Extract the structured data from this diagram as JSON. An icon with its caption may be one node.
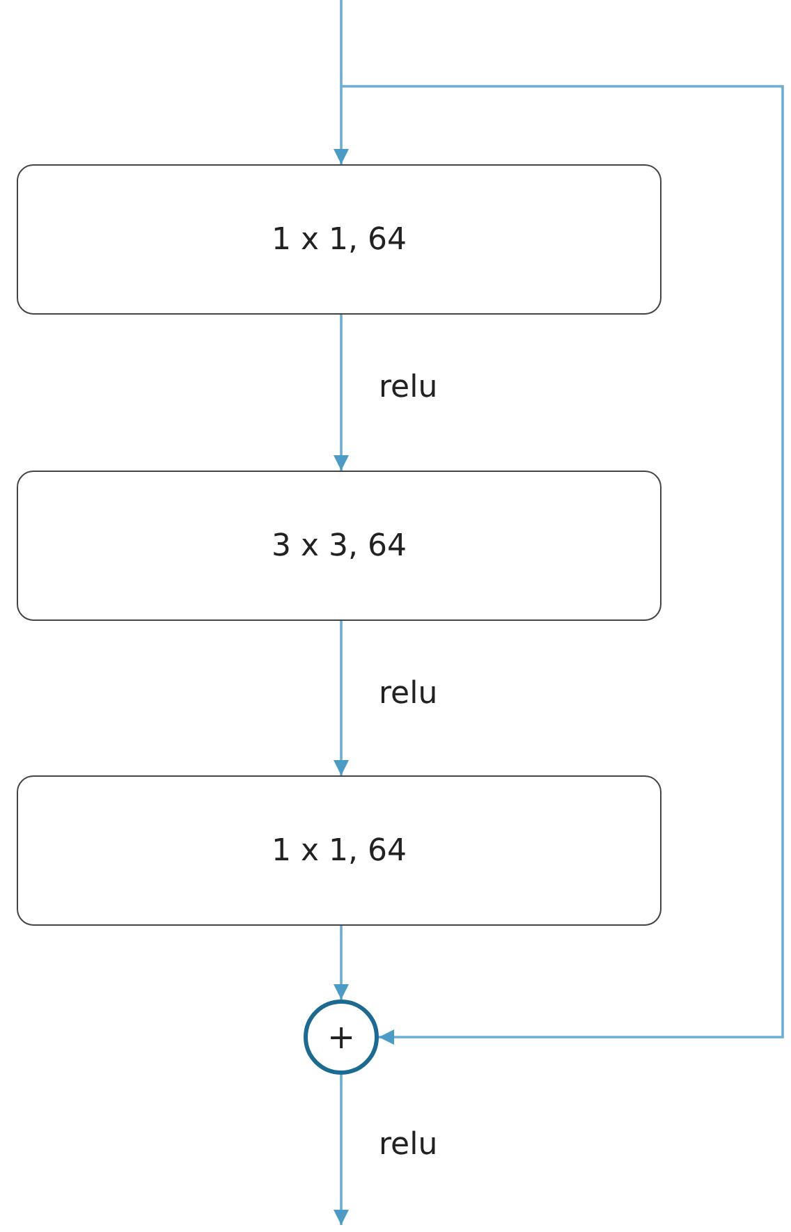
{
  "diagram": {
    "nodes": [
      {
        "text": [
          "1 x 1, 64"
        ]
      },
      {
        "text": [
          "3 x 3, 64"
        ]
      },
      {
        "text": [
          "1 x 1, 64"
        ]
      },
      {
        "text": [
          "+"
        ]
      }
    ],
    "edges": [
      {
        "from": null,
        "to": 0,
        "arrow": "to"
      },
      {
        "from": 0,
        "to": 1,
        "arrow": "to",
        "label": "relu"
      },
      {
        "from": 1,
        "to": 2,
        "arrow": "to",
        "label": "relu"
      },
      {
        "from": 2,
        "to": 3,
        "arrow": "to"
      },
      {
        "from": null,
        "to": 3,
        "arrow": "to"
      },
      {
        "from": 3,
        "to": null,
        "arrow": "to",
        "label": "relu"
      }
    ]
  }
}
